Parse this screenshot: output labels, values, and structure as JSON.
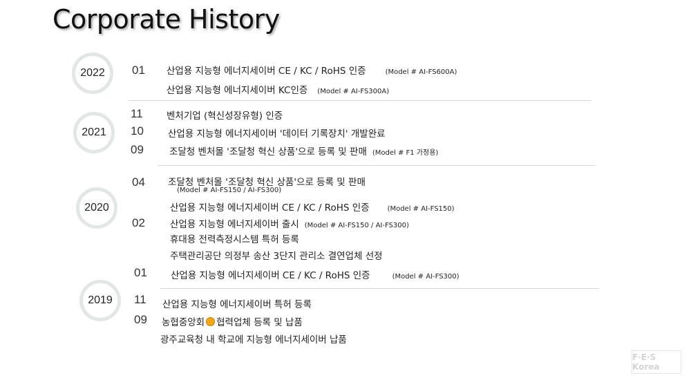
{
  "title": "Corporate History",
  "years": [
    "2022",
    "2021",
    "2020",
    "2019"
  ],
  "y2022": {
    "m01": "01",
    "e1": "산업용 지능형 에너지세이버 CE / KC / RoHS 인증",
    "e1_model": "(Model # AI-FS600A)",
    "e2": "산업용 지능형 에너지세이버 KC인증",
    "e2_model": "(Model # AI-FS300A)"
  },
  "y2021": {
    "m11": "11",
    "m10": "10",
    "m09": "09",
    "e11": "벤처기업 (혁신성장유형) 인증",
    "e10": "산업용 지능형 에너지세이버 '데이터 기록장치' 개발완료",
    "e09": "조달청 벤처몰 '조달청 혁신 상품'으로 등록 및 판매",
    "e09_model": "(Model # F1 가정용)"
  },
  "y2020": {
    "m04": "04",
    "m02": "02",
    "m01": "01",
    "e04": "조달청 벤처몰 '조달청 혁신 상품'으로 등록 및 판매",
    "e04_model": "(Model # AI-FS150 / AI-FS300)",
    "e02a": "산업용 지능형 에너지세이버 CE / KC / RoHS 인증",
    "e02a_model": "(Model # AI-FS150)",
    "e02b": "산업용 지능형 에너지세이버 출시",
    "e02b_model": "(Model # AI-FS150 / AI-FS300)",
    "e02c": "휴대용 전력측정시스템 특허 등록",
    "e02d": "주택관리공단 의정부 송산 3단지 관리소 결연업체 선정",
    "e01": "산업용 지능형 에너지세이버 CE / KC / RoHS 인증",
    "e01_model": "(Model # AI-FS300)"
  },
  "y2019": {
    "m11": "11",
    "m09": "09",
    "e11": "산업용 지능형 에너지세이버 특허 등록",
    "e09a_pre": "농협중앙회",
    "e09a_post": "협력업체 등록 및 납품",
    "e09b": "광주교육청 내 학교에 지능형 에너지세이버 납품"
  },
  "logo_text": "F·E·S Korea"
}
